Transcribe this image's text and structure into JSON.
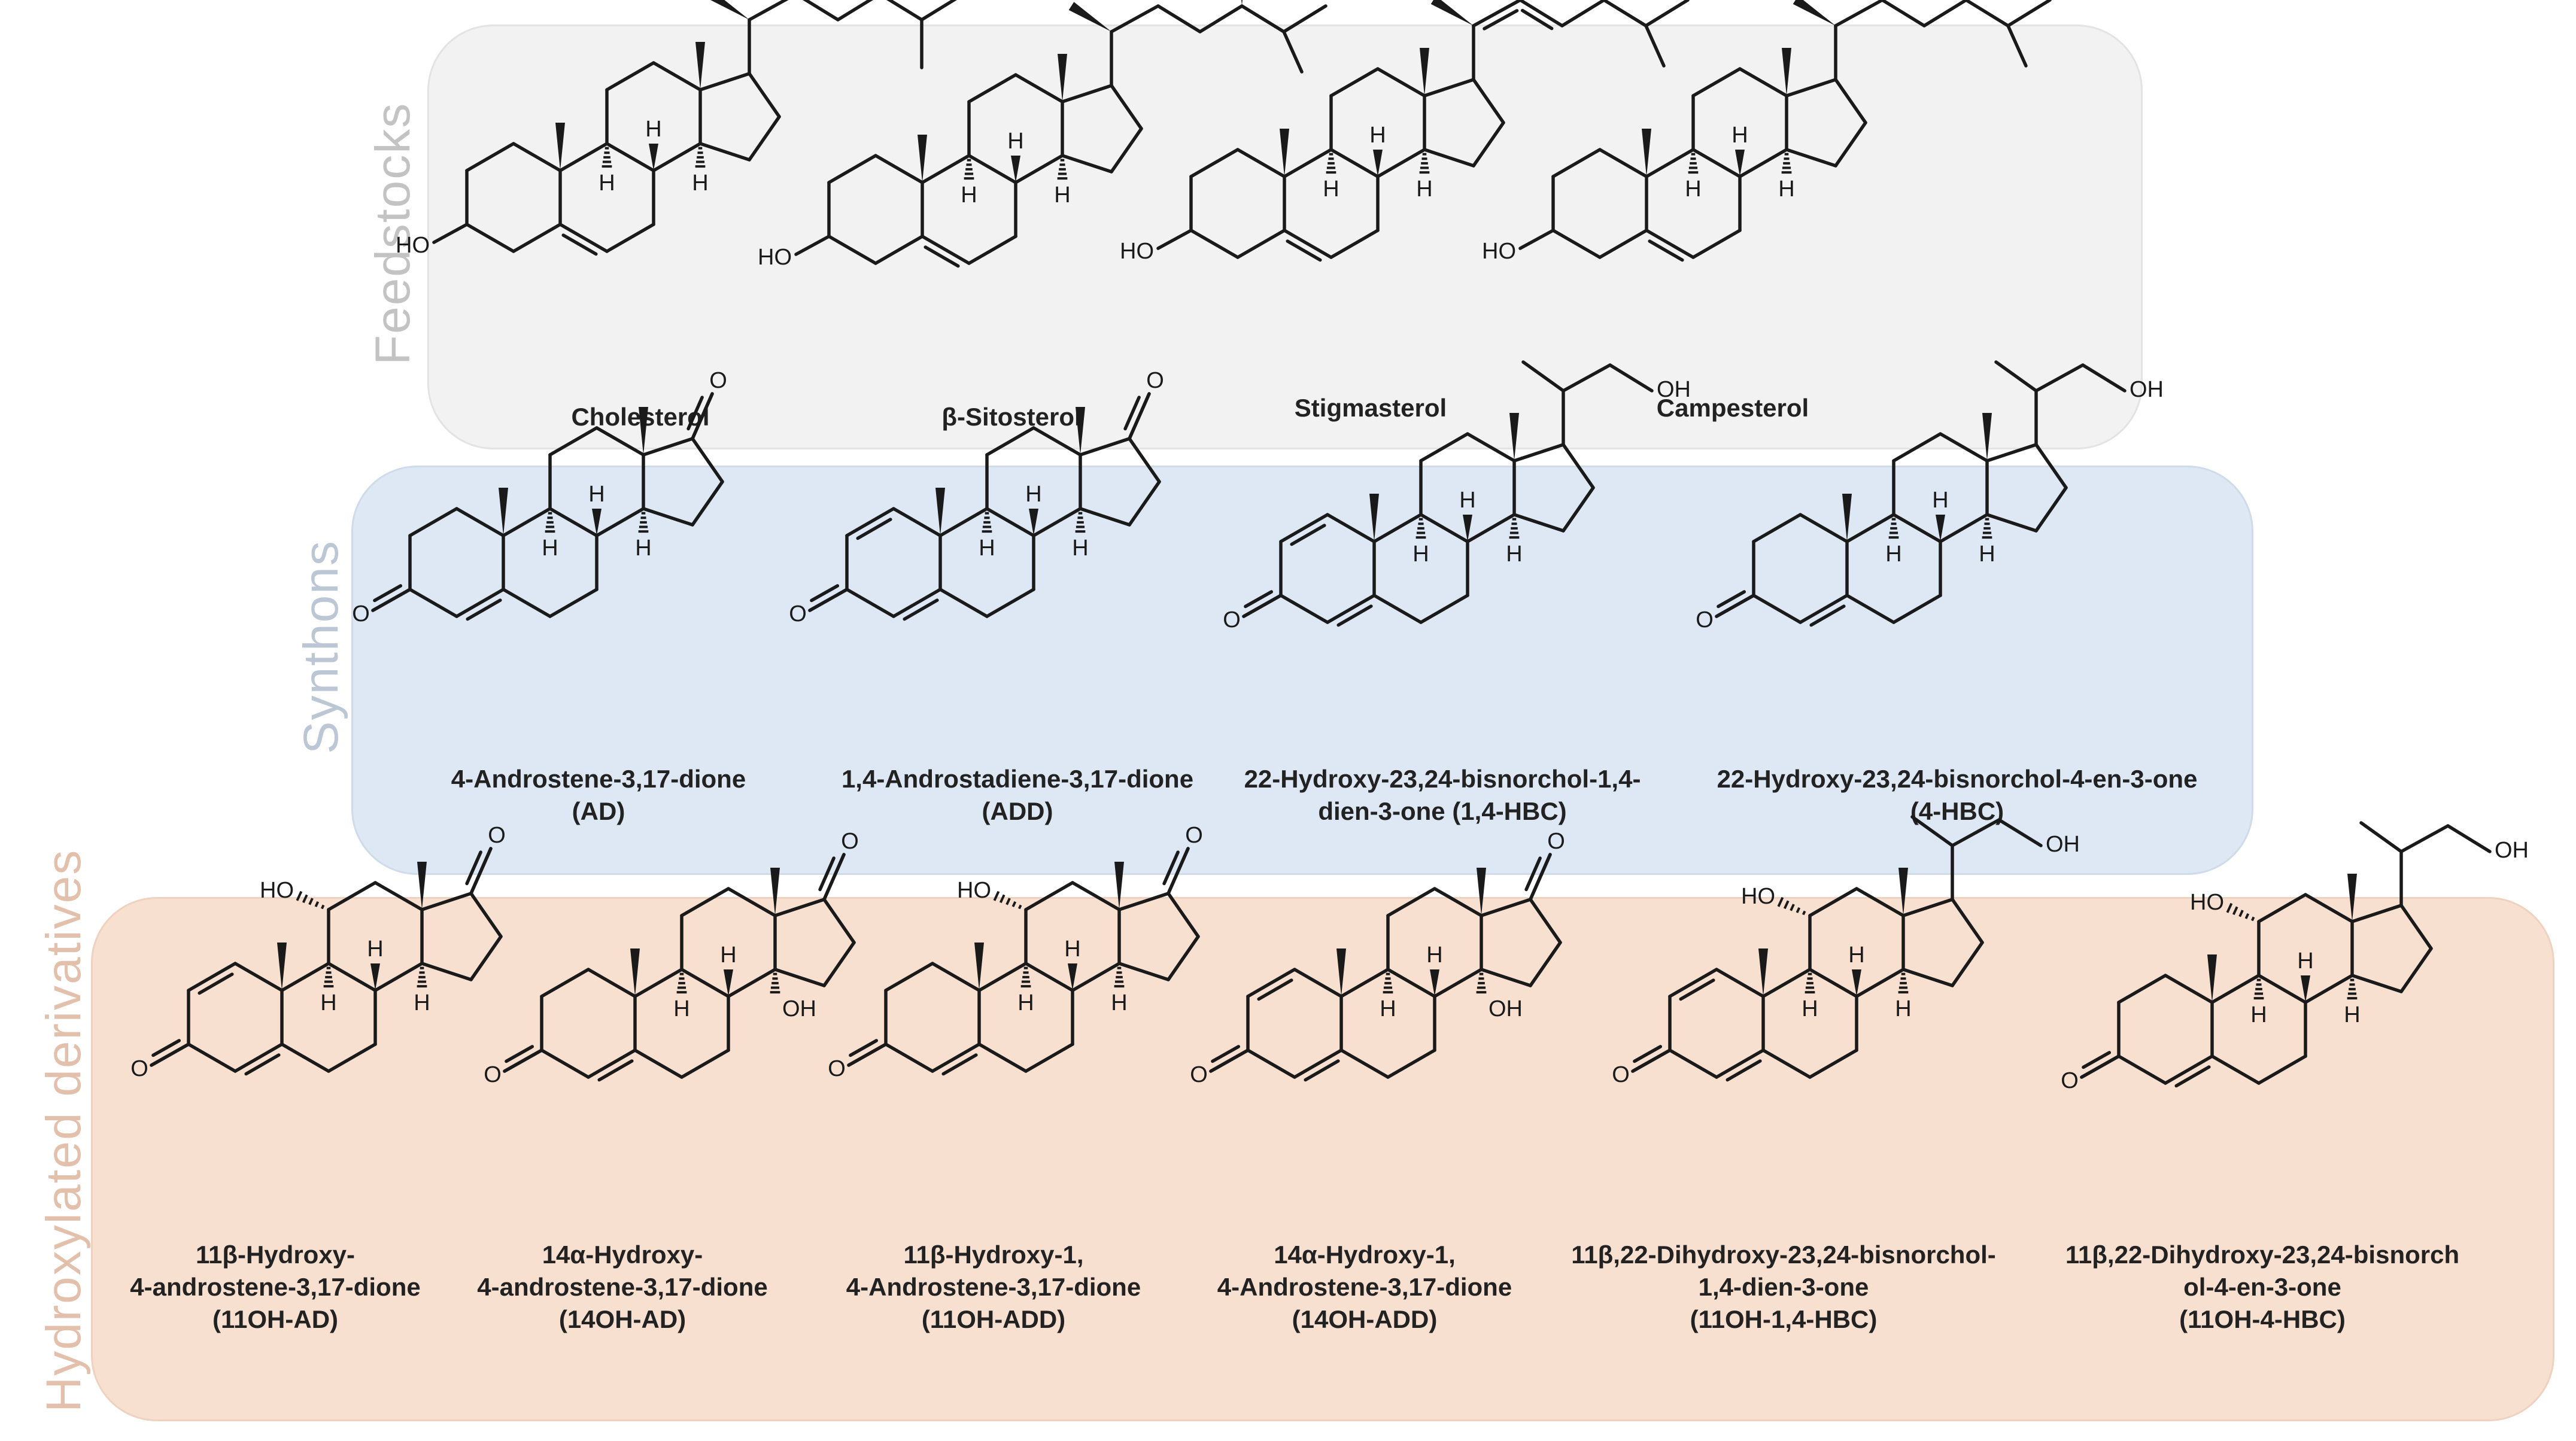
{
  "sections": {
    "feedstocks": "Feedstocks",
    "synthons": "Synthons",
    "hydroxylated": "Hydroxylated derivatives"
  },
  "colors": {
    "feedstocks_bg": "#f2f2f2",
    "synthons_bg": "#dde8f4",
    "hydroxylated_bg": "#f8e0d1"
  },
  "atom_labels": {
    "oh_left": "HO",
    "oh_right": "OH",
    "oxygen": "O",
    "hydrogen": "H"
  },
  "feedstocks": [
    {
      "name": "Cholesterol"
    },
    {
      "name": "β-Sitosterol"
    },
    {
      "name": "Stigmasterol"
    },
    {
      "name": "Campesterol"
    }
  ],
  "synthons": [
    {
      "name": "4-Androstene-3,17-dione\n(AD)"
    },
    {
      "name": "1,4-Androstadiene-3,17-dione\n(ADD)"
    },
    {
      "name": "22-Hydroxy-23,24-bisnorchol-1,4-\ndien-3-one (1,4-HBC)"
    },
    {
      "name": "22-Hydroxy-23,24-bisnorchol-4-en-3-one\n(4-HBC)"
    }
  ],
  "hydroxylated": [
    {
      "name": "11β-Hydroxy-\n4-androstene-3,17-dione\n(11OH-AD)"
    },
    {
      "name": "14α-Hydroxy-\n4-androstene-3,17-dione\n(14OH-AD)"
    },
    {
      "name": "11β-Hydroxy-1,\n4-Androstene-3,17-dione\n(11OH-ADD)"
    },
    {
      "name": "14α-Hydroxy-1,\n4-Androstene-3,17-dione\n(14OH-ADD)"
    },
    {
      "name": "11β,22-Dihydroxy-23,24-bisnorchol-\n1,4-dien-3-one\n(11OH-1,4-HBC)"
    },
    {
      "name": "11β,22-Dihydroxy-23,24-bisnorch\nol-4-en-3-one\n(11OH-4-HBC)"
    }
  ]
}
